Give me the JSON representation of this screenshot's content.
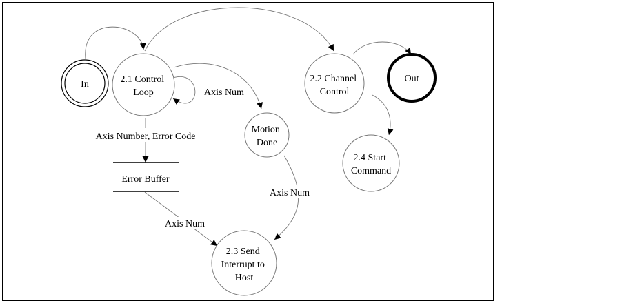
{
  "nodes": {
    "in": {
      "label": "In"
    },
    "out": {
      "label": "Out"
    },
    "control_loop": {
      "lines": [
        "2.1 Control",
        "Loop"
      ]
    },
    "channel_control": {
      "lines": [
        "2.2 Channel",
        "Control"
      ]
    },
    "motion_done": {
      "lines": [
        "Motion",
        "Done"
      ]
    },
    "start_command": {
      "lines": [
        "2.4 Start",
        "Command"
      ]
    },
    "send_interrupt": {
      "lines": [
        "2.3 Send",
        "Interrupt to",
        "Host"
      ]
    },
    "error_buffer": {
      "label": "Error Buffer"
    }
  },
  "edge_labels": {
    "self_loop": "Axis Num",
    "to_error_buffer": "Axis Number, Error Code",
    "motion_to_interrupt": "Axis Num",
    "buffer_to_interrupt": "Axis Num"
  }
}
